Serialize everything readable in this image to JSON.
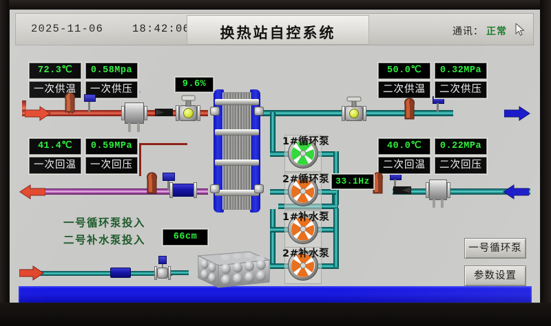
{
  "header": {
    "date": "2025-11-06",
    "time": "18:42:06",
    "datetime_display": "2025-11-06    18:42:06",
    "title": "换热站自控系统",
    "comm_label": "通讯：",
    "comm_status": "正常",
    "comm_status_color": "#1e7d2e",
    "cursor_icon": "mouse-pointer-icon"
  },
  "meters": {
    "primary_supply_temp": {
      "value": "72.3℃",
      "label": "一次供温"
    },
    "primary_supply_press": {
      "value": "0.58Mpa",
      "label": "一次供压"
    },
    "primary_return_temp": {
      "value": "41.4℃",
      "label": "一次回温"
    },
    "primary_return_press": {
      "value": "0.59MPa",
      "label": "一次回压"
    },
    "secondary_supply_temp": {
      "value": "50.0℃",
      "label": "二次供温"
    },
    "secondary_supply_press": {
      "value": "0.32MPa",
      "label": "二次供压"
    },
    "secondary_return_temp": {
      "value": "40.0℃",
      "label": "二次回温"
    },
    "secondary_return_press": {
      "value": "0.22MPa",
      "label": "二次回压"
    }
  },
  "readouts": {
    "valve_opening": "9.6%",
    "pump_frequency": "33.1Hz",
    "water_level": "66cm"
  },
  "pumps": [
    {
      "name": "1#循环泵",
      "state": "running",
      "color": "#35d83c"
    },
    {
      "name": "2#循环泵",
      "state": "stopped",
      "color": "#e8701e"
    },
    {
      "name": "1#补水泵",
      "state": "stopped",
      "color": "#e8701e"
    },
    {
      "name": "2#补水泵",
      "state": "stopped",
      "color": "#e8701e"
    }
  ],
  "status_lines": [
    "一号循环泵投入",
    "二号补水泵投入"
  ],
  "buttons": [
    {
      "label": "一号循环泵"
    },
    {
      "label": "参数设置"
    }
  ],
  "colors": {
    "primary_supply_pipe": "#c8412c",
    "primary_return_pipe": "#b05ab2",
    "secondary_pipe": "#1b8f8c",
    "flow_arrow_secondary": "#1515c8",
    "display_green": "#2bef3c",
    "accent_blue": "#1414e8"
  }
}
